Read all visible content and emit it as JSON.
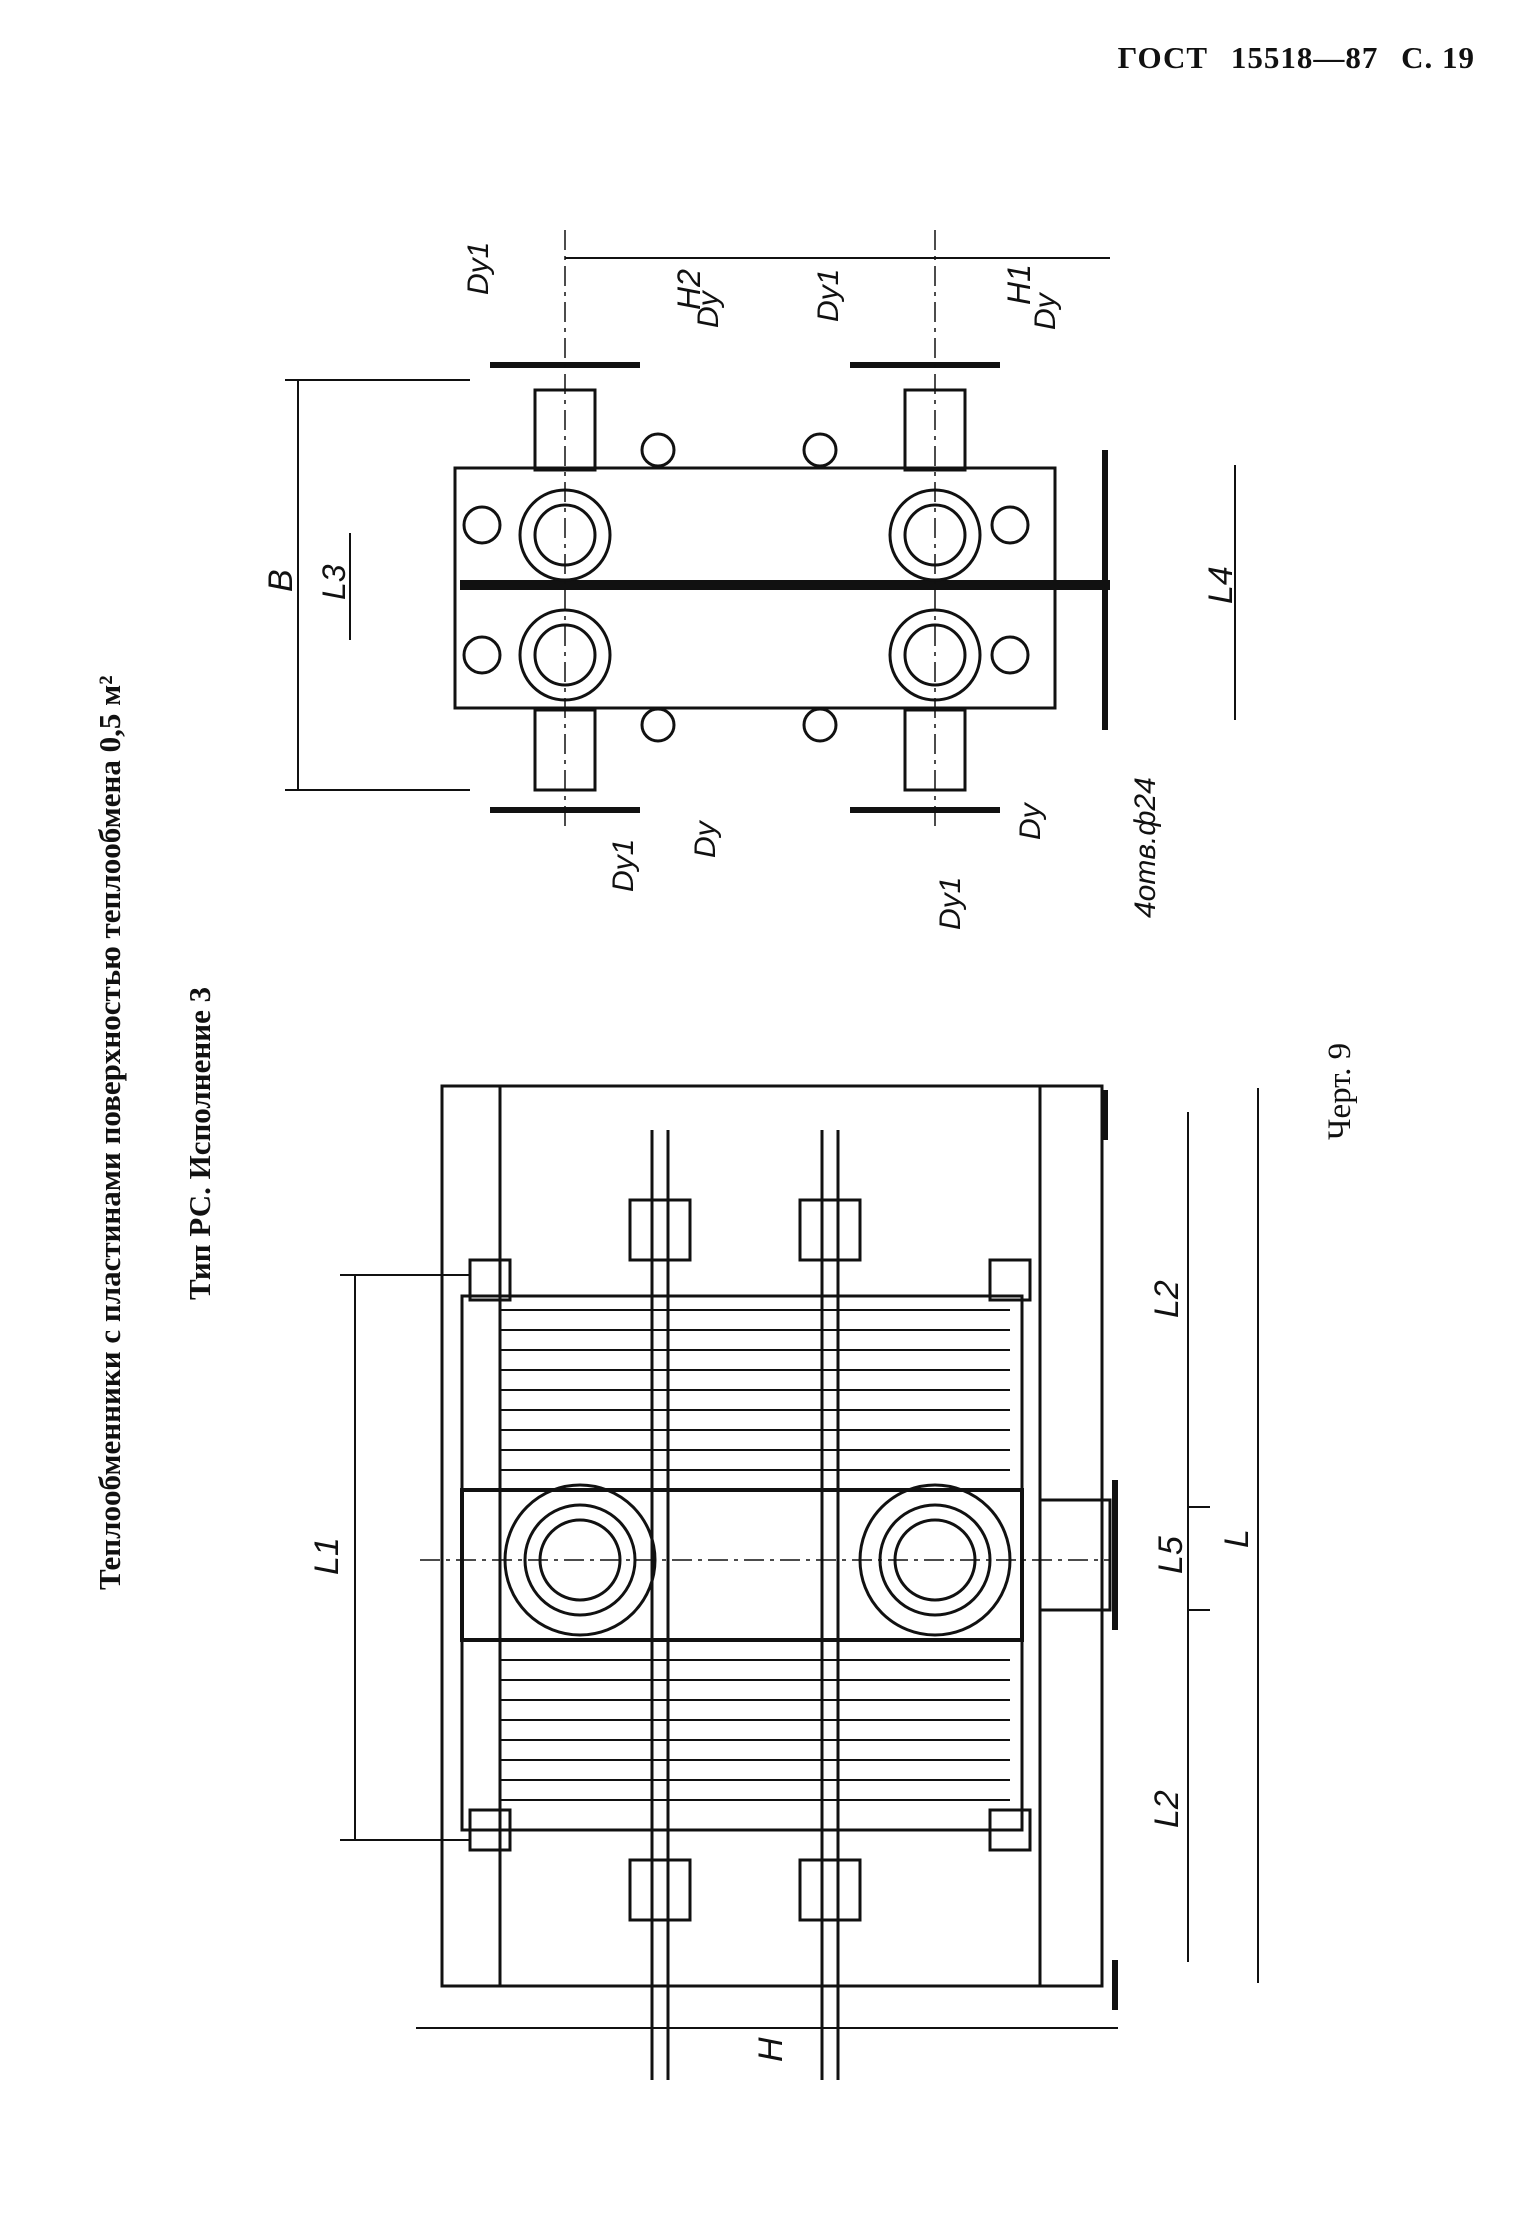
{
  "header": {
    "gost": "ГОСТ",
    "number": "15518—87",
    "page": "С. 19"
  },
  "title": "Теплообменники с пластинами поверхностью теплообмена 0,5 м²",
  "subtitle": "Тип РС. Исполнение 3",
  "caption": "Черт. 9",
  "front_view_labels": {
    "L1": "L1",
    "L2_top": "L2",
    "L2_bottom": "L2",
    "L5": "L5",
    "L": "L",
    "H": "H"
  },
  "side_view_labels": {
    "Dy1": "Dy1",
    "Dy": "Dy",
    "H1": "H1",
    "H2": "H2",
    "B": "B",
    "L3": "L3",
    "L4": "L4",
    "holes": "4отв.ф24"
  }
}
